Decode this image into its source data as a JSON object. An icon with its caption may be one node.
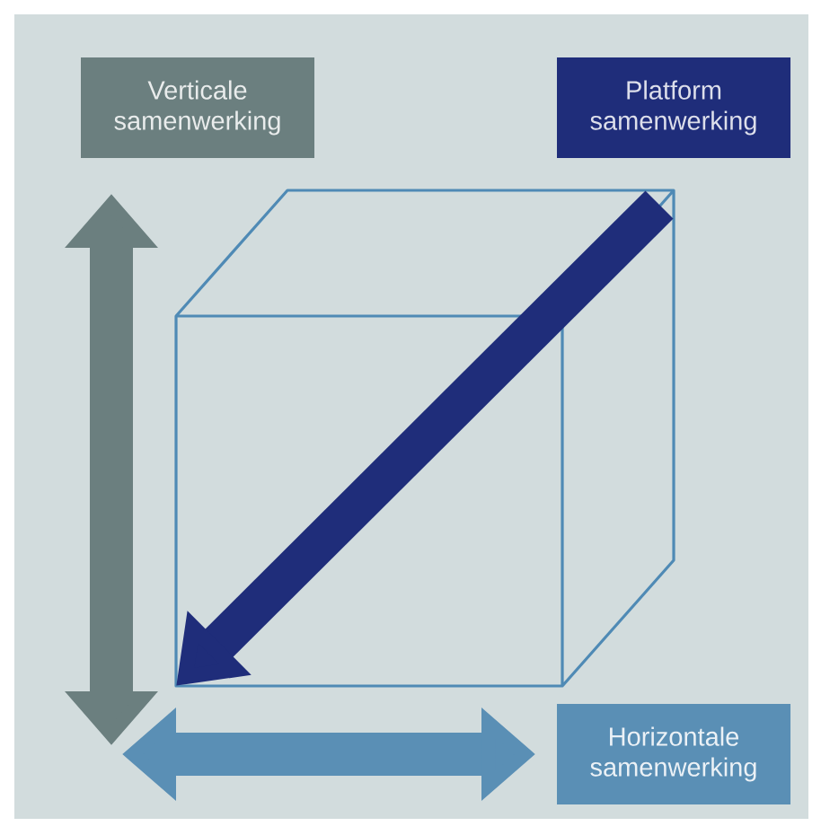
{
  "diagram": {
    "nodes": [
      {
        "text": [
          "Verticale samenwerking"
        ]
      },
      {
        "text": [
          "Platform samenwerking"
        ]
      },
      {
        "text": [
          "Horizontale samenwerking"
        ]
      }
    ]
  }
}
